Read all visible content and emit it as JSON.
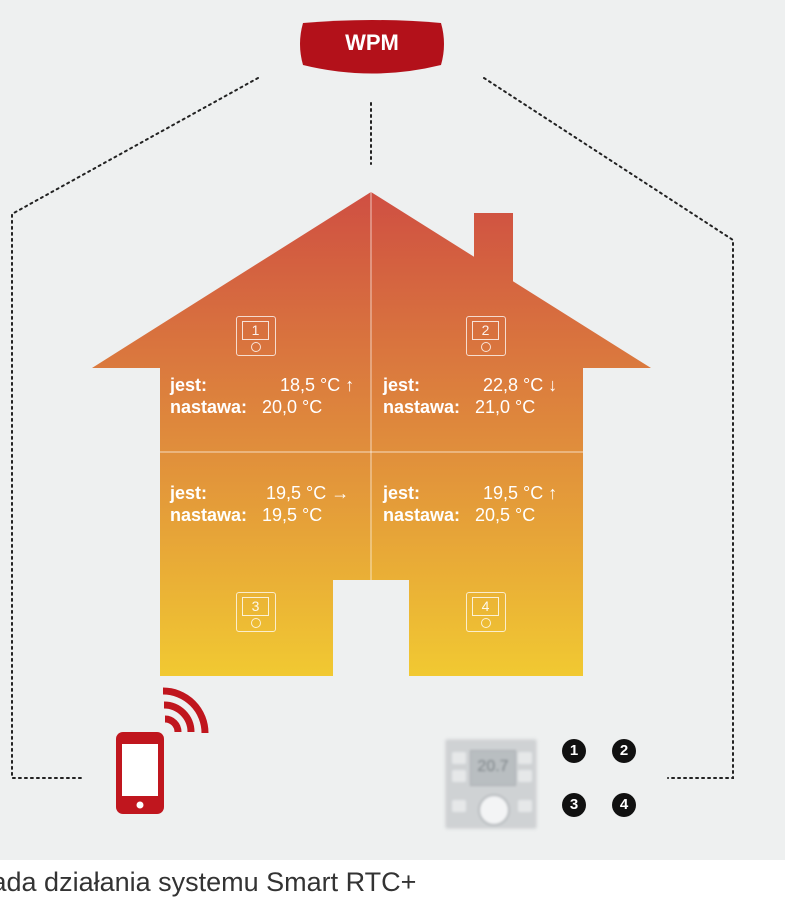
{
  "wpm_label": "WPM",
  "rooms": [
    {
      "device_number": "1",
      "current_label": "jest:",
      "current_value": "18,5 °C ↑",
      "setpoint_label": "nastawa:",
      "setpoint_value": "20,0 °C"
    },
    {
      "device_number": "2",
      "current_label": "jest:",
      "current_value": "22,8 °C ↓",
      "setpoint_label": "nastawa:",
      "setpoint_value": "21,0 °C"
    },
    {
      "device_number": "3",
      "current_label": "jest:",
      "current_value": "19,5 °C →",
      "setpoint_label": "nastawa:",
      "setpoint_value": "19,5 °C"
    },
    {
      "device_number": "4",
      "current_label": "jest:",
      "current_value": "19,5 °C ↑",
      "setpoint_label": "nastawa:",
      "setpoint_value": "20,5 °C"
    }
  ],
  "controller_badges": [
    "1",
    "2",
    "3",
    "4"
  ],
  "controller_display": "20.7",
  "caption": "sada działania systemu Smart RTC+",
  "colors": {
    "wpm_red": "#b3111a",
    "phone_red": "#c0161e",
    "house_top": "#d2553f",
    "house_bottom": "#f0c531",
    "background": "#eef0f0"
  },
  "icons": [
    "smartphone-icon",
    "wifi-signal-icon",
    "room-thermostat-icon",
    "wall-controller-image"
  ]
}
